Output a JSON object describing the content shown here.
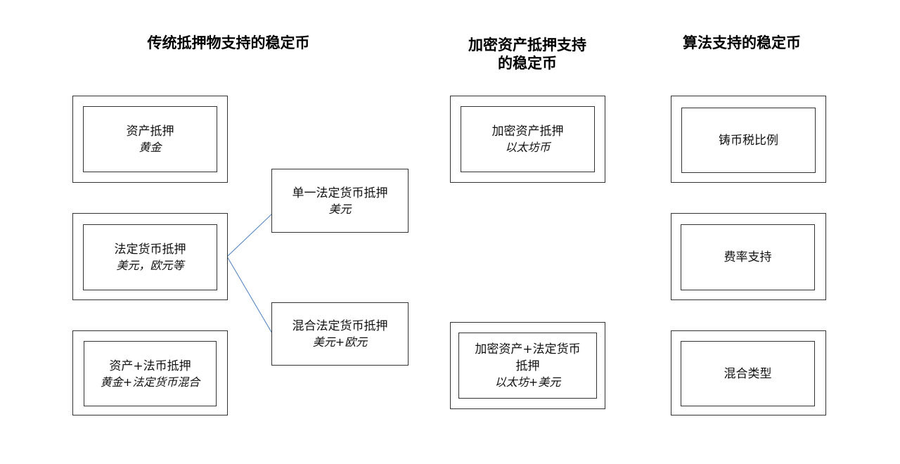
{
  "headings": {
    "col1": "传统抵押物支持的稳定币",
    "col2_line1": "加密资产抵押支持",
    "col2_line2": "的稳定币",
    "col3": "算法支持的稳定币"
  },
  "col1": {
    "box1": {
      "main": "资产抵押",
      "sub": "黄金"
    },
    "box2": {
      "main": "法定货币抵押",
      "sub": "美元，欧元等"
    },
    "box3": {
      "main": "资产+法币抵押",
      "sub": "黄金+法定货币混合"
    }
  },
  "col1b": {
    "box1": {
      "main": "单一法定货币抵押",
      "sub": "美元"
    },
    "box2": {
      "main": "混合法定货币抵押",
      "sub": "美元+欧元"
    }
  },
  "col2": {
    "box1": {
      "main": "加密资产抵押",
      "sub": "以太坊币"
    },
    "box2": {
      "main_line1": "加密资产+法定货币",
      "main_line2": "抵押",
      "sub": "以太坊+美元"
    }
  },
  "col3": {
    "box1": {
      "main": "铸币税比例"
    },
    "box2": {
      "main": "费率支持"
    },
    "box3": {
      "main": "混合类型"
    }
  },
  "colors": {
    "connector": "#4a7fc0",
    "border": "#333333"
  }
}
